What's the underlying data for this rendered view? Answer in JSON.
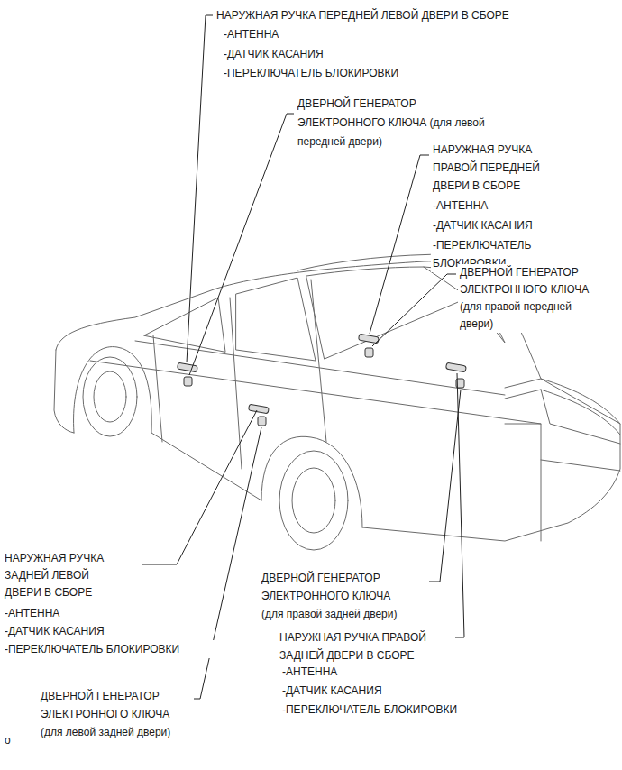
{
  "diagram": {
    "labels": [
      "НАРУЖНАЯ РУЧКА ПЕРЕДНЕЙ ЛЕВОЙ ДВЕРИ В СБОРЕ",
      "-АНТЕННА",
      "-ДАТЧИК КАСАНИЯ",
      "-ПЕРЕКЛЮЧАТЕЛЬ БЛОКИРОВКИ",
      "ДВЕРНОЙ ГЕНЕРАТОР ЭЛЕКТРОННОГО КЛЮЧА (для левой передней двери)",
      "НАРУЖНАЯ РУЧКА ПРАВОЙ ПЕРЕДНЕЙ ДВЕРИ В СБОРЕ",
      "-АНТЕННА",
      "-ДАТЧИК КАСАНИЯ",
      "-ПЕРЕКЛЮЧАТЕЛЬ БЛОКИРОВКИ",
      "ДВЕРНОЙ ГЕНЕРАТОР ЭЛЕКТРОННОГО КЛЮЧА (для правой передней двери)",
      "НАРУЖНАЯ РУЧКА ЗАДНЕЙ ЛЕВОЙ ДВЕРИ В СБОРЕ",
      "-АНТЕННА",
      "-ДАТЧИК КАСАНИЯ",
      "-ПЕРЕКЛЮЧАТЕЛЬ БЛОКИРОВКИ",
      "ДВЕРНОЙ ГЕНЕРАТОР ЭЛЕКТРОННОГО КЛЮЧА (для правой задней двери)",
      "НАРУЖНАЯ РУЧКА ПРАВОЙ ЗАДНЕЙ ДВЕРИ В СБОРЕ",
      "-АНТЕННА",
      "-ДАТЧИК КАСАНИЯ",
      "-ПЕРЕКЛЮЧАТЕЛЬ БЛОКИРОВКИ",
      "ДВЕРНОЙ ГЕНЕРАТОР ЭЛЕКТРОННОГО КЛЮЧА (для левой задней двери)",
      "o"
    ]
  }
}
